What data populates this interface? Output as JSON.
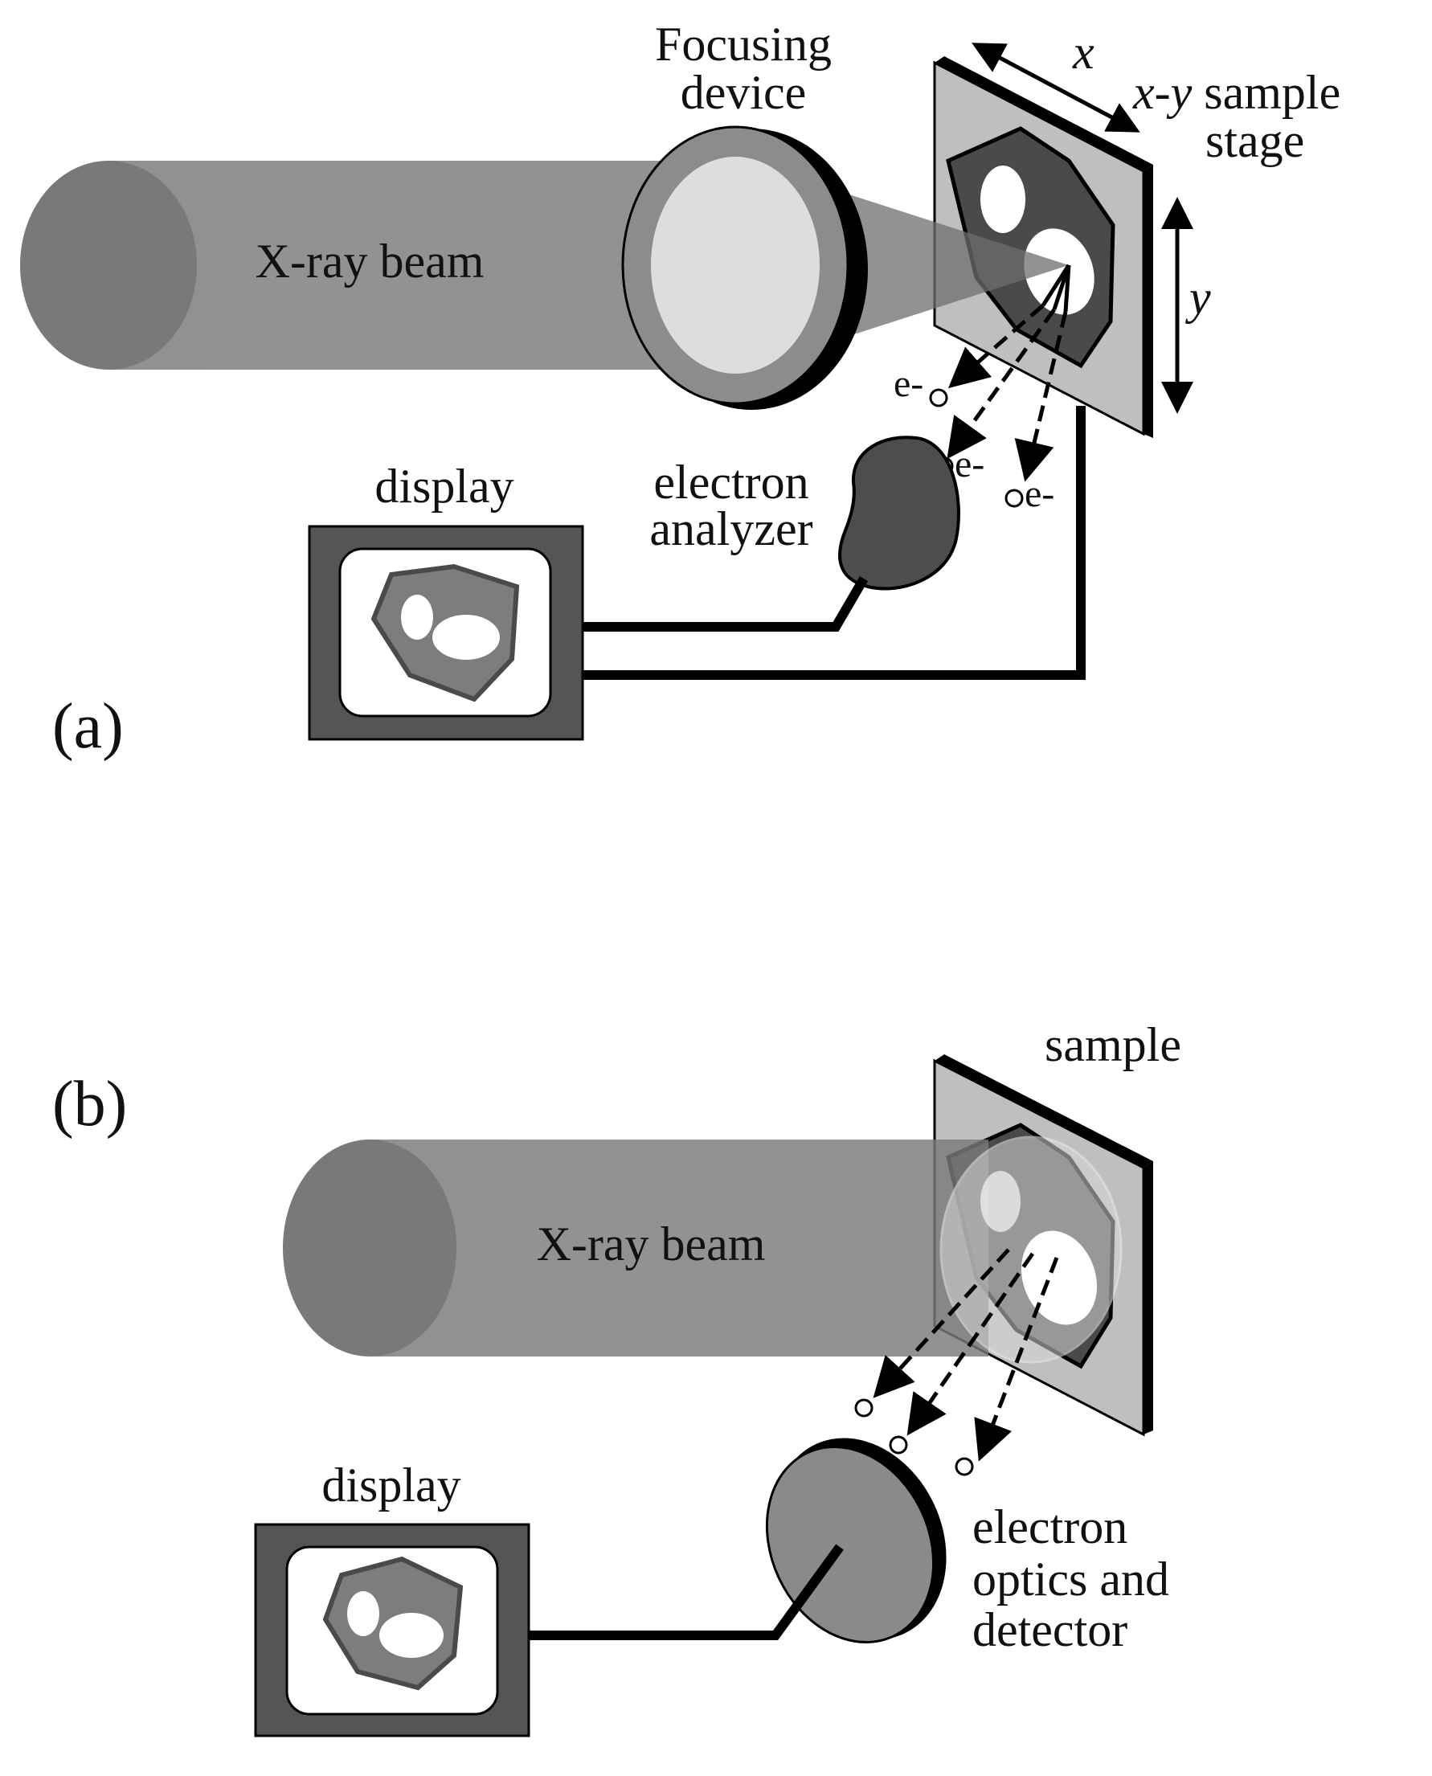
{
  "panel_a": {
    "panel_label": "(a)",
    "beam_label": "X-ray beam",
    "focusing_line1": "Focusing",
    "focusing_line2": "device",
    "x_label": "x",
    "y_label": "y",
    "stage_x": "x",
    "stage_dash": "-",
    "stage_y": "y",
    "stage_rest": " sample",
    "stage_line2": "stage",
    "electron_1": "e-",
    "electron_2": "e-",
    "electron_3": "e-",
    "analyzer_line1": "electron",
    "analyzer_line2": "analyzer",
    "display_label": "display"
  },
  "panel_b": {
    "panel_label": "(b)",
    "beam_label": "X-ray beam",
    "sample_label": "sample",
    "display_label": "display",
    "detector_line1": "electron",
    "detector_line2": "optics and",
    "detector_line3": "detector"
  },
  "colors": {
    "beam": "#7a7a7a",
    "beam_end": "#5c5c5c",
    "stage_face": "#bfbfbf",
    "stage_edge": "#000000",
    "sample_dark": "#4a4a4a",
    "sample_mid": "#7d7d7d",
    "display_frame": "#555555",
    "analyzer": "#4d4d4d",
    "detector": "#8a8a8a",
    "lens_inner": "#dddddd"
  }
}
